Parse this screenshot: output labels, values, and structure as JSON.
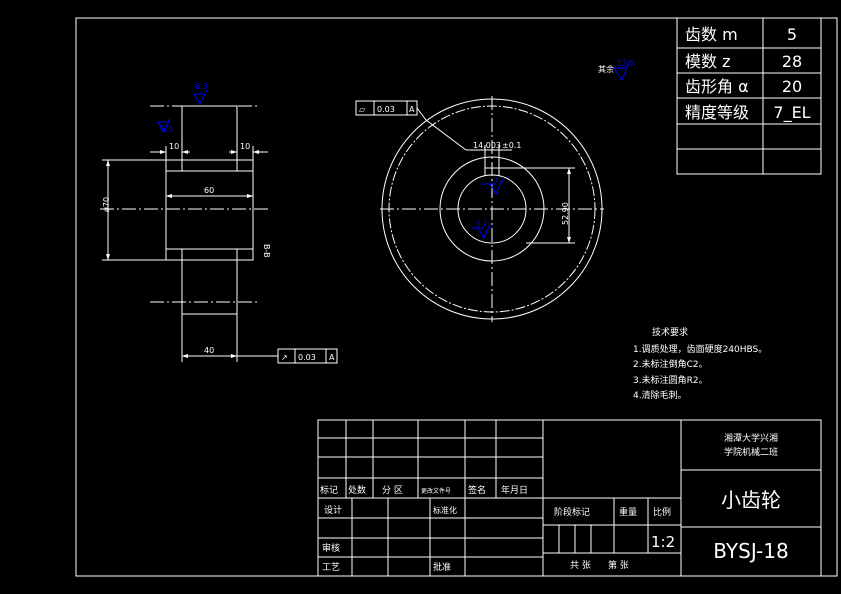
{
  "param_table": {
    "rows": [
      {
        "label": "齿数 m",
        "value": "5"
      },
      {
        "label": "模数 z",
        "value": "28"
      },
      {
        "label": "齿形角 α",
        "value": "20"
      },
      {
        "label": "精度等级",
        "value": "7_EL"
      }
    ]
  },
  "side_view": {
    "roughness_top": "6.3",
    "roughness_left": "6.3",
    "dim_left_width": "10",
    "dim_right_width": "10",
    "dim_hub_length": "60",
    "dim_diameter": "ø70",
    "dim_shaft_length": "40",
    "section_mark": "B-B",
    "tolerance_symbol": "↗",
    "tolerance_value": "0.03",
    "tolerance_datum": "A"
  },
  "front_view": {
    "flatness_symbol": "▱",
    "flatness_value": "0.03",
    "flatness_datum": "A",
    "keyway_width": "14.003",
    "keyway_width_tol": "±0.1",
    "keyway_depth": "52.90",
    "roughness_key_top": "3.2",
    "roughness_key_bottom": "3.2",
    "roughness_general_prefix": "其余",
    "roughness_general_value": "12.5"
  },
  "tech_req": {
    "title": "技术要求",
    "items": [
      "1.调质处理，齿面硬度240HBS。",
      "2.未标注倒角C2。",
      "3.未标注圆角R2。",
      "4.清除毛刺。"
    ]
  },
  "title_block": {
    "school_line1": "湘潭大学兴湘",
    "school_line2": "学院机械二班",
    "part_name": "小齿轮",
    "drawing_no": "BYSJ-18",
    "header_cells": [
      "标记",
      "处数",
      "分 区",
      "更改文件号",
      "签名",
      "年月日"
    ],
    "design": "设计",
    "standardize": "标准化",
    "stage_mark": "阶段标记",
    "weight": "重量",
    "scale_label": "比例",
    "scale_value": "1:2",
    "review": "审核",
    "process": "工艺",
    "approve": "批准",
    "total": "共 张",
    "sheet": "第 张"
  },
  "colors": {
    "background": "#000000",
    "line": "#ffffff",
    "annotation": "#0000ff"
  }
}
